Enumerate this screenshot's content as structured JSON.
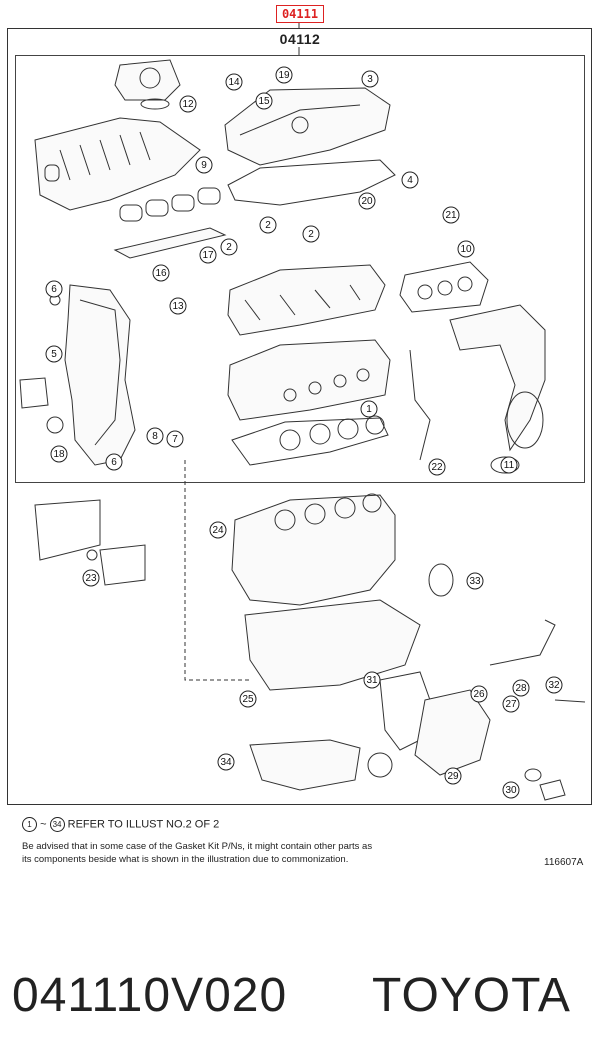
{
  "diagram": {
    "kit_code": "04111",
    "sub_kit_code": "04112",
    "illustration_id": "116607A",
    "callouts": [
      "1",
      "2",
      "3",
      "4",
      "5",
      "6",
      "7",
      "8",
      "9",
      "10",
      "11",
      "12",
      "13",
      "14",
      "15",
      "16",
      "17",
      "18",
      "19",
      "20",
      "21",
      "22",
      "23",
      "24",
      "25",
      "26",
      "27",
      "28",
      "29",
      "30",
      "31",
      "32",
      "33",
      "34"
    ]
  },
  "notes": {
    "ref_from": "1",
    "ref_to": "34",
    "ref_tilde": "~",
    "ref_text": "REFER TO ILLUST NO.2 OF 2",
    "advisory_line1": "Be advised that in some case of the Gasket Kit P/Ns,  it might contain other parts as",
    "advisory_line2": "its components beside what is shown in the illustration due to commonization."
  },
  "footer": {
    "part_number": "041110V020",
    "brand": "TOYOTA"
  }
}
